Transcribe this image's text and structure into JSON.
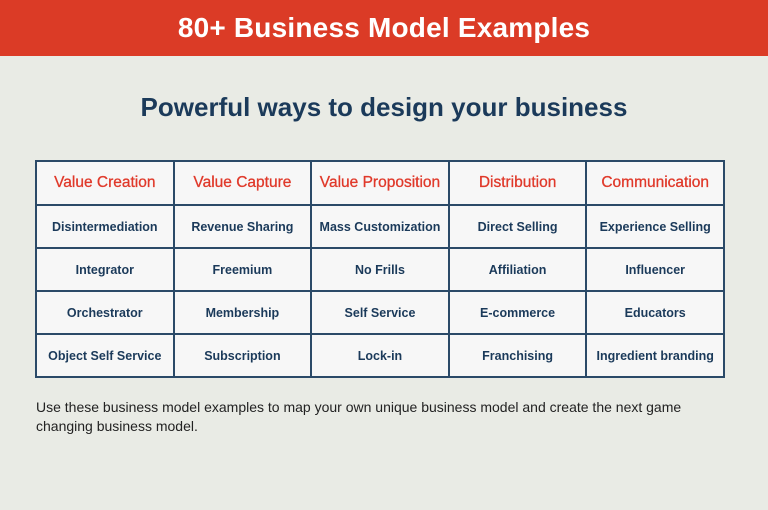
{
  "banner": {
    "title": "80+ Business Model Examples"
  },
  "subtitle": "Powerful ways to design your business",
  "table": {
    "headers": [
      "Value Creation",
      "Value Capture",
      "Value Proposition",
      "Distribution",
      "Communication"
    ],
    "rows": [
      [
        "Disintermediation",
        "Revenue Sharing",
        "Mass Customization",
        "Direct Selling",
        "Experience Selling"
      ],
      [
        "Integrator",
        "Freemium",
        "No Frills",
        "Affiliation",
        "Influencer"
      ],
      [
        "Orchestrator",
        "Membership",
        "Self Service",
        "E-commerce",
        "Educators"
      ],
      [
        "Object Self Service",
        "Subscription",
        "Lock-in",
        "Franchising",
        "Ingredient branding"
      ]
    ]
  },
  "caption": "Use these business model examples to map your own unique business model and create the next game changing business model.",
  "colors": {
    "banner": "#db3b26",
    "header_text": "#e0392a",
    "navy": "#1b3a5a",
    "background": "#e9ebe5"
  }
}
